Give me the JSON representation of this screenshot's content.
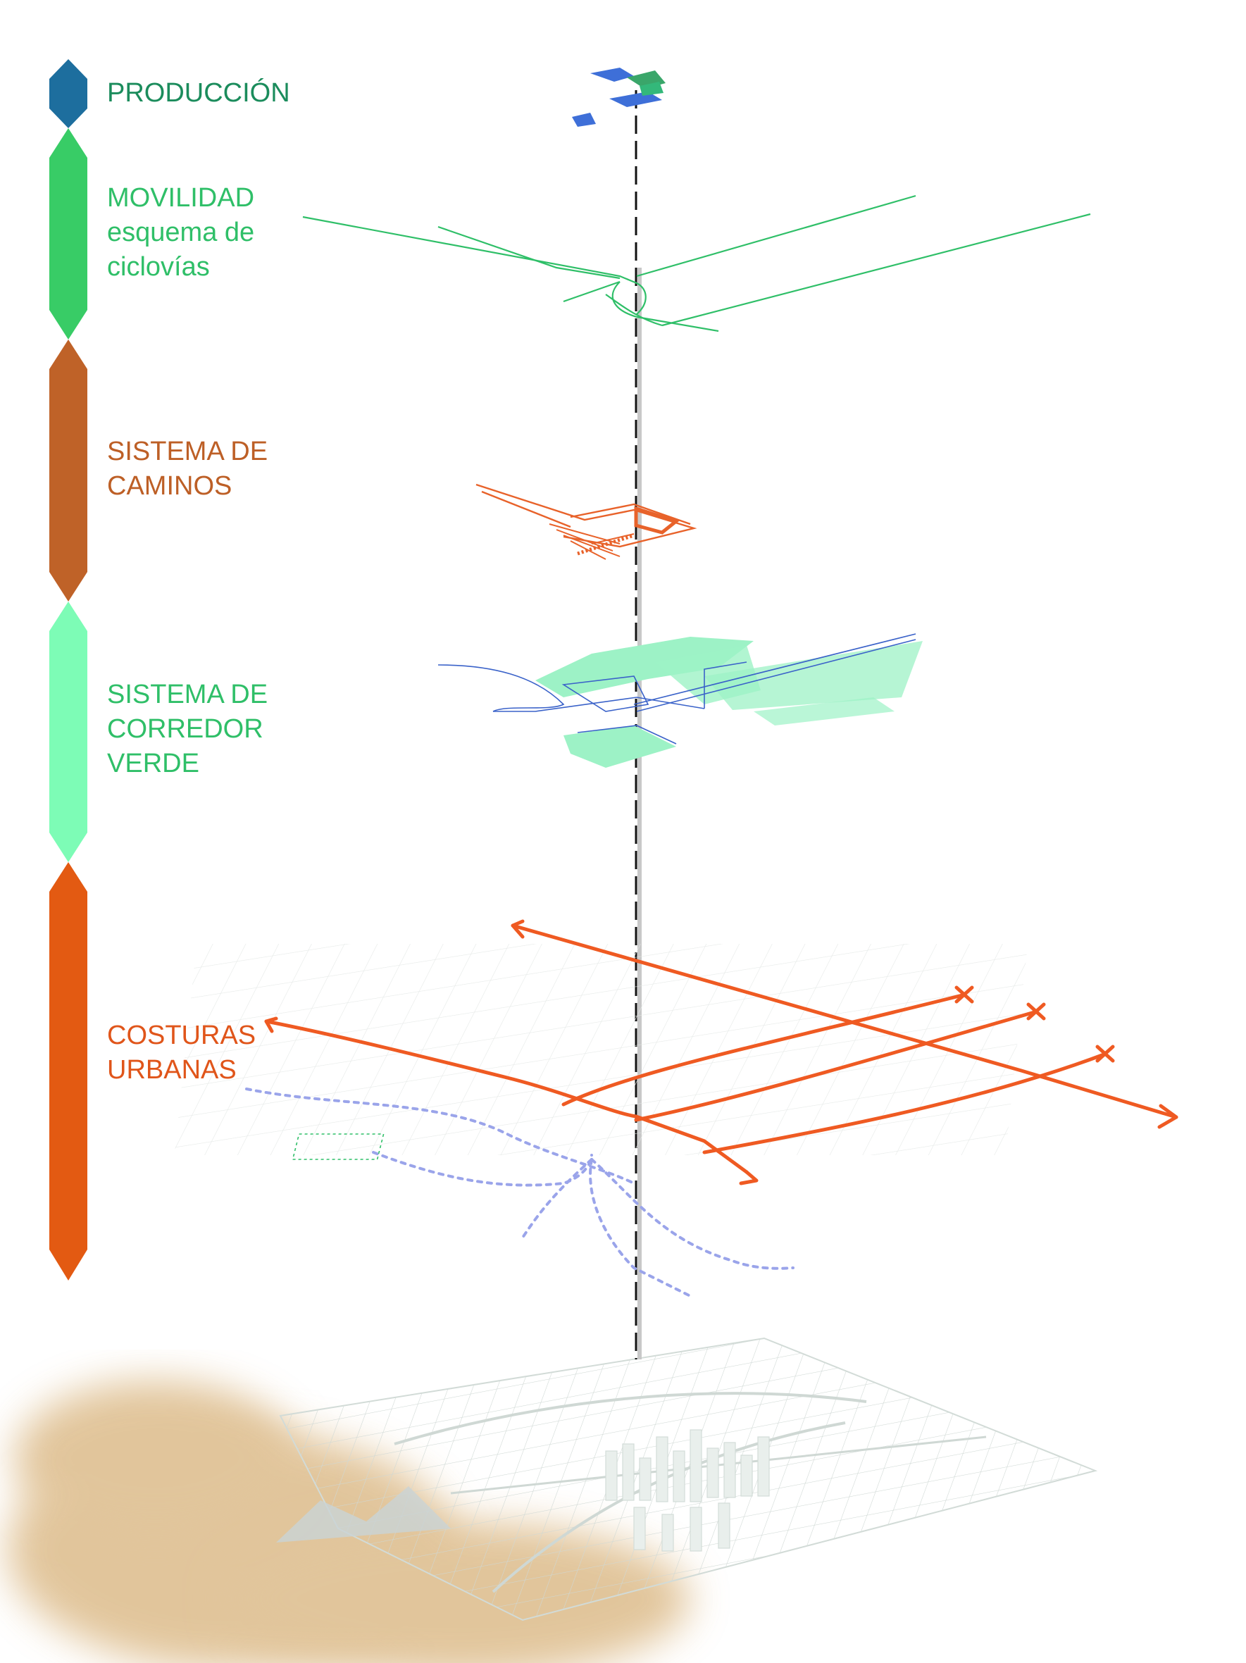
{
  "layers": [
    {
      "id": "produccion",
      "lines": [
        "PRODUCCIÓN"
      ],
      "color": "#1b8c5c",
      "bar_color": "#1d6e9e"
    },
    {
      "id": "movilidad",
      "lines": [
        "MOVILIDAD",
        "esquema de",
        "ciclovías"
      ],
      "color": "#2fbf68",
      "bar_color": "#38cc66"
    },
    {
      "id": "caminos",
      "lines": [
        "SISTEMA DE",
        "CAMINOS"
      ],
      "color": "#bd5f26",
      "bar_color": "#bf6228"
    },
    {
      "id": "corredor",
      "lines": [
        "SISTEMA DE",
        "CORREDOR",
        "VERDE"
      ],
      "color": "#2fbf68",
      "bar_color": "#7dfcb6"
    },
    {
      "id": "costuras",
      "lines": [
        "COSTURAS",
        "URBANAS"
      ],
      "color": "#e0551a",
      "bar_color": "#e35a12"
    }
  ],
  "colors": {
    "axis_line": "#111111",
    "axis_shadow": "#c8c8c8",
    "cycle_lanes": "#2fbf68",
    "roads": "#e8622a",
    "green_fill": "#9df2c6",
    "green_outline": "#3a62c9",
    "seams": "#ef5a22",
    "rivers": "#9aa4ea",
    "base_map": "#cfd8d4",
    "terrain": "#d8b27a"
  }
}
